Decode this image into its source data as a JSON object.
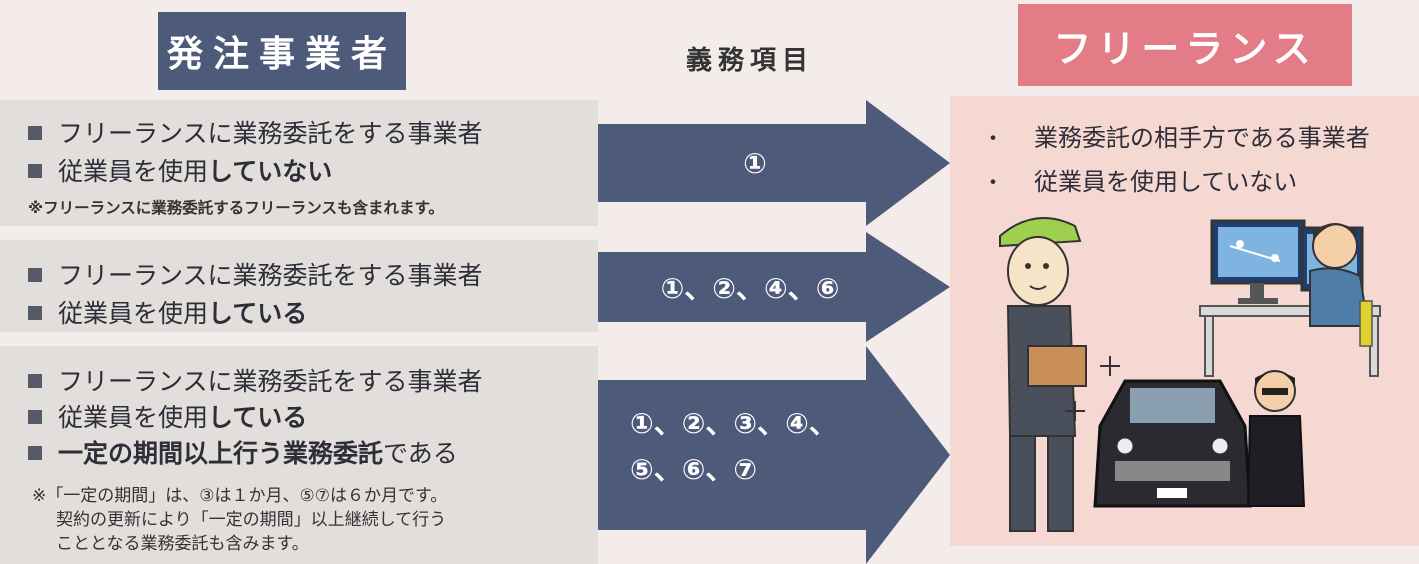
{
  "headers": {
    "left": "発注事業者",
    "middle": "義務項目",
    "right": "フリーランス"
  },
  "left_boxes": [
    {
      "lines": [
        {
          "plain": "フリーランスに業務委託をする事業者",
          "bold": ""
        },
        {
          "plain": "従業員を使用",
          "bold": "していない"
        }
      ],
      "note": "※フリーランスに業務委託するフリーランスも含まれます。"
    },
    {
      "lines": [
        {
          "plain": "フリーランスに業務委託をする事業者",
          "bold": ""
        },
        {
          "plain": "従業員を使用",
          "bold": "している"
        }
      ]
    },
    {
      "lines": [
        {
          "plain": "フリーランスに業務委託をする事業者",
          "bold": ""
        },
        {
          "plain": "従業員を使用",
          "bold": "している"
        },
        {
          "bold": "一定の期間以上行う業務委託",
          "plain": "である"
        }
      ],
      "note_lines": [
        "※「一定の期間」は、③は１か月、⑤⑦は６か月です。",
        "契約の更新により「一定の期間」以上継続して行う",
        "こととなる業務委託も含みます。"
      ]
    }
  ],
  "arrows": [
    {
      "line1": "①",
      "line2": ""
    },
    {
      "line1": "①、②、④、⑥",
      "line2": ""
    },
    {
      "line1": "①、②、③、④、",
      "line2": "⑤、⑥、⑦"
    }
  ],
  "freelance": {
    "bullet": "・",
    "items": [
      "業務委託の相手方である事業者",
      "従業員を使用していない"
    ]
  },
  "colors": {
    "navy": "#4e5a7a",
    "pink": "#e37c86",
    "left_bg": "#e2dedc",
    "right_bg": "#f6d8d2"
  }
}
